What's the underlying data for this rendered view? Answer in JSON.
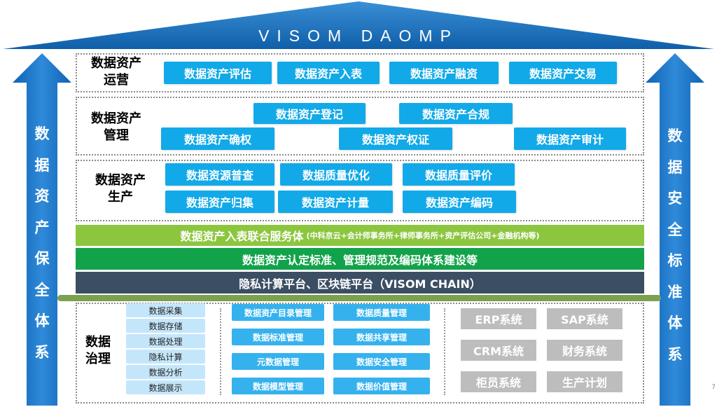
{
  "roof_title": "VISOM DAOMP",
  "left_pillar": [
    "数",
    "据",
    "资",
    "产",
    "保",
    "全",
    "体",
    "系"
  ],
  "right_pillar": [
    "数",
    "据",
    "安",
    "全",
    "标",
    "准",
    "体",
    "系"
  ],
  "operations": {
    "label": [
      "数据资产",
      "运营"
    ],
    "items": [
      "数据资产评估",
      "数据资产入表",
      "数据资产融资",
      "数据资产交易"
    ]
  },
  "management": {
    "label": [
      "数据资产",
      "管理"
    ],
    "items": [
      "数据资产登记",
      "数据资产合规",
      "数据资产确权",
      "数据资产权证",
      "数据资产审计"
    ]
  },
  "production": {
    "label": [
      "数据资产",
      "生产"
    ],
    "items": [
      "数据资源普查",
      "数据质量优化",
      "数据质量评价",
      "数据资产归集",
      "数据资产计量",
      "数据资产编码"
    ]
  },
  "service_bar": {
    "main": "数据资产入表联合服务体",
    "sub": "(中科京云+会计师事务所+律师事务所+资产评估公司+金融机构等)"
  },
  "standards_bar": "数据资产认定标准、管理规范及编码体系建设等",
  "platform_bar": "隐私计算平台、区块链平台（VISOM CHAIN）",
  "governance": {
    "label": [
      "数据",
      "治理"
    ],
    "steps": [
      "数据采集",
      "数据存储",
      "数据处理",
      "隐私计算",
      "数据分析",
      "数据展示"
    ],
    "modules": [
      "数据资产目录管理",
      "数据质量管理",
      "数据标准管理",
      "数据共享管理",
      "元数据管理",
      "数据安全管理",
      "数据模型管理",
      "数据价值管理"
    ],
    "systems": [
      "ERP系统",
      "SAP系统",
      "CRM系统",
      "财务系统",
      "柜员系统",
      "生产计划"
    ]
  },
  "page_number": "7",
  "colors": {
    "roof": "#1a6fb8",
    "chip": "#12a9e8",
    "service_bar": "#8cc63f",
    "standards_bar": "#12a34a",
    "platform_bar": "#3b4e63"
  }
}
